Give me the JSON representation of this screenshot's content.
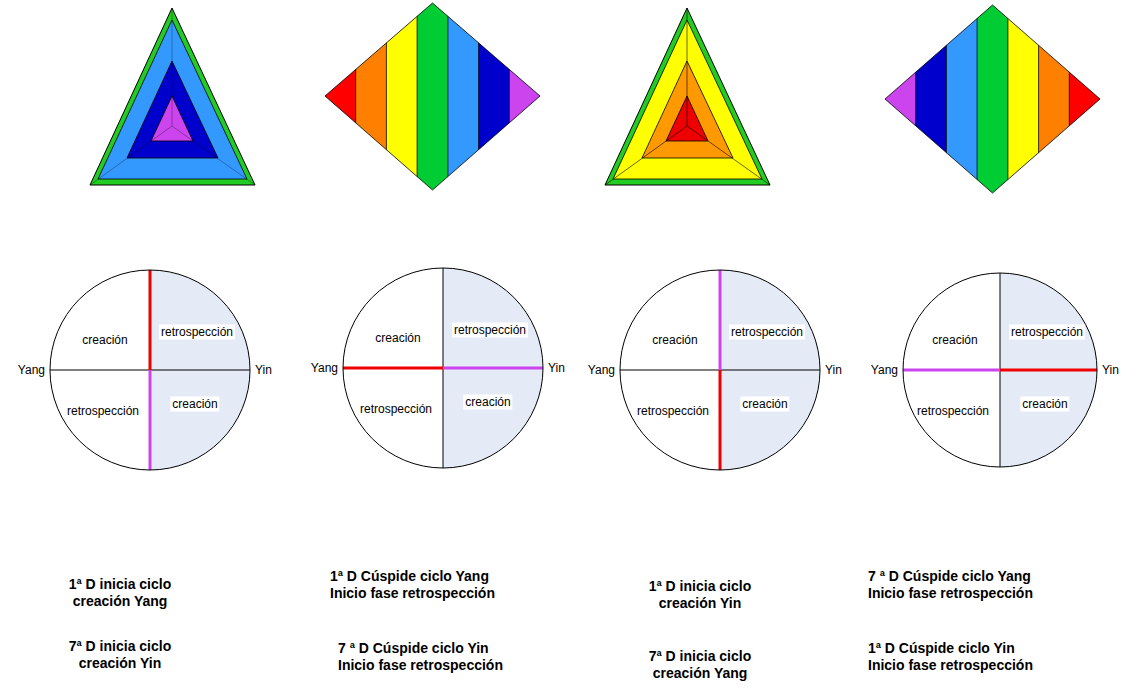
{
  "diagram": {
    "nodes": [
      {
        "text": [
          "creación",
          "retrospección",
          "retrospección",
          "creación"
        ]
      },
      {
        "text": [
          "creación",
          "retrospección",
          "retrospección",
          "creación"
        ]
      },
      {
        "text": [
          "creación",
          "retrospección",
          "retrospección",
          "creación"
        ]
      },
      {
        "text": [
          "creación",
          "retrospección",
          "retrospección",
          "creación"
        ]
      }
    ],
    "labels": [
      "Yang",
      "Yin",
      "Yang",
      "Yin",
      "Yang",
      "Yin",
      "Yang",
      "Yin",
      "1ª D inicia ciclo creación Yang",
      "1ª D Cúspide ciclo Yang Inicio fase retrospección",
      "1ª D inicia ciclo creación Yin",
      "7 ª D Cúspide ciclo Yang Inicio fase retrospección",
      "7ª D inicia ciclo creación Yin",
      "7 ª D Cúspide ciclo Yin Inicio fase retrospección",
      "7ª D inicia ciclo creación Yang",
      "1ª D Cúspide ciclo Yin Inicio fase retrospección"
    ]
  }
}
